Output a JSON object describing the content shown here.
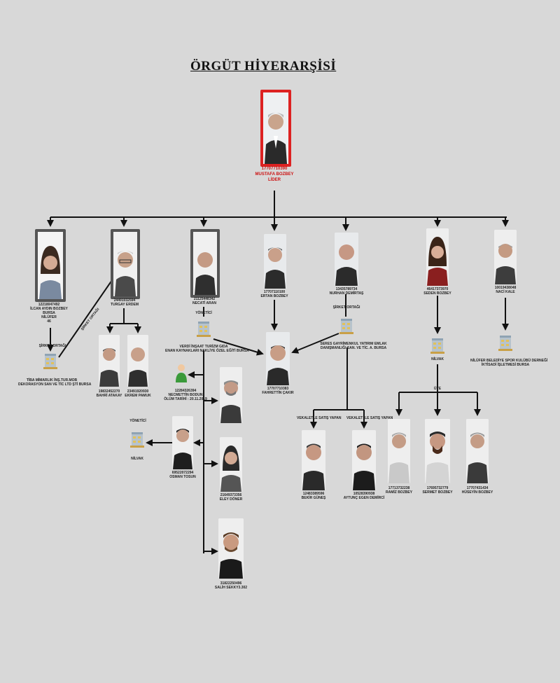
{
  "title": "ÖRGÜT HİYERARŞİSİ",
  "leader": {
    "tc": "17707710390",
    "name": "MUSTAFA BOZBEY",
    "role": "LİDER"
  },
  "row1": [
    {
      "id": "p1",
      "lines": [
        "12218047492",
        "İLCAN AYDIN BOZBEY",
        "BURSA",
        "NİLÜFER",
        "46"
      ]
    },
    {
      "id": "p2",
      "lines": [
        "24491032594",
        "TURGAY ERDEM"
      ]
    },
    {
      "id": "p3",
      "lines": [
        "21125448342",
        "NECATİ ARAN"
      ]
    },
    {
      "id": "p4",
      "lines": [
        "17707110100",
        "ERTAN BOZBEY"
      ]
    },
    {
      "id": "p5",
      "lines": [
        "13435789734",
        "NURHAN DEMİRTAŞ"
      ]
    },
    {
      "id": "p6",
      "lines": [
        "46417373970",
        "SEDEN BOZBEY"
      ]
    },
    {
      "id": "p7",
      "lines": [
        "10019438048",
        "NACİ KALE"
      ]
    }
  ],
  "companies": {
    "c1": [
      "TİBA MİMARLIK İNŞ.TUR.MOB",
      "DEKORASYON SAN VE TİC LTD ŞTİ BURSA"
    ],
    "c2": [
      "VERDİ İNŞAAT TURİZM GIDA",
      "ENAN KAYNAKLARI NAKLİYE ÖZEL EĞİTİ BURSA"
    ],
    "c3": [
      "SERES GAYRİMENKUL YATIRIM EMLAK",
      "DANIŞMANLIĞI SAN. VE TİC. A. BURSA"
    ],
    "c4": [
      "NİLVAK"
    ],
    "c5": [
      "NİLÜFER BELEDİYE SPOR KULÜBÜ DERNEĞİ",
      "İKTİSADİ İŞLETMESİ BURSA"
    ],
    "c6": [
      "NİLVAK"
    ]
  },
  "edge_labels": {
    "p1_partner": "ŞİRKET ORTAĞI",
    "p2_partner": "ŞİRKET ORTAĞI",
    "p3_manager": "YÖNETİCİ",
    "p5_partner": "ŞİRKET ORTAĞI",
    "c6_manager": "YÖNETİCİ",
    "proxy_sale": "VEKALETLE SATIŞ YAPAN",
    "proxy_sale2": "VEKALET İLE SATIŞ YAPAN",
    "uye": "ÜYE"
  },
  "center": {
    "lines": [
      "17707710383",
      "FAHRETTİN ÇAKIR"
    ]
  },
  "people": {
    "bahri": [
      "19832452270",
      "BAHRİ ATAKAY"
    ],
    "ekrem": [
      "23491920930",
      "EKREM PAMUK"
    ],
    "necmettin": [
      "12284326394",
      "NECMETTİN BODUN",
      "ÖLÜM TARİHİ : 20.11.2019"
    ],
    "man_a": [],
    "osman": [
      "69522072294",
      "OSMAN TOSUN"
    ],
    "eley": [
      "21649373356",
      "ELEY DÖNER"
    ],
    "salih": [
      "31822250496",
      "SALİH SEKKY3.302"
    ],
    "bekir": [
      "12483389596",
      "BEKİR GÜNEŞ"
    ],
    "aytunc": [
      "10528390938",
      "AYTUNÇ EGEN DEMİRCİ"
    ],
    "ramiz": [
      "17713732238",
      "RAMİZ BOZBEY"
    ],
    "sermet": [
      "17695732779",
      "SERMET BOZBEY"
    ],
    "huseyin": [
      "17707431434",
      "HÜSEYİN BOZBEY"
    ]
  },
  "colors": {
    "leader_frame": "#d22222",
    "line": "#111111",
    "background": "#d8d8d8"
  }
}
